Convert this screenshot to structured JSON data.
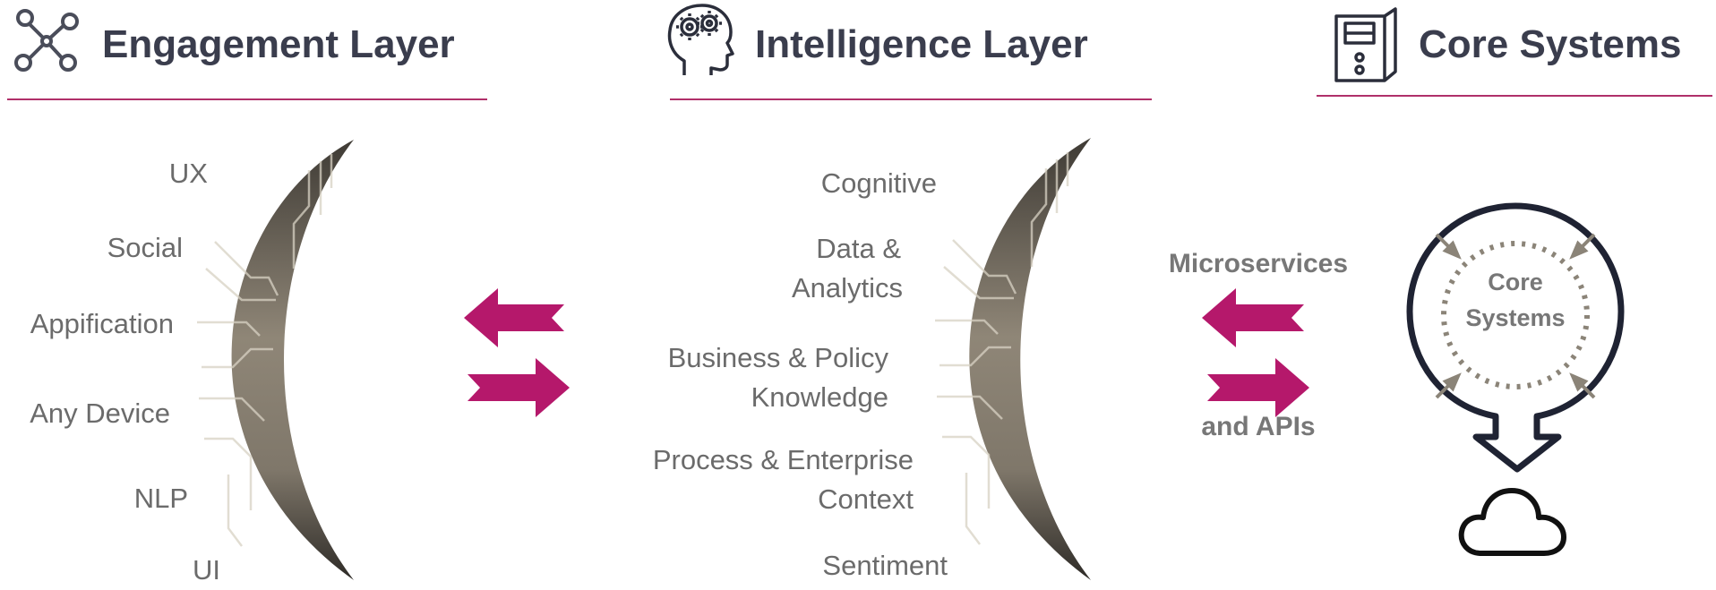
{
  "headers": {
    "engagement": {
      "title": "Engagement Layer",
      "icon": "network-nodes-icon"
    },
    "intelligence": {
      "title": "Intelligence Layer",
      "icon": "brain-gears-icon"
    },
    "core": {
      "title": "Core Systems",
      "icon": "server-tower-icon"
    }
  },
  "engagement_items": [
    "UX",
    "Social",
    "Appification",
    "Any Device",
    "NLP",
    "UI"
  ],
  "intelligence_items": {
    "cognitive": "Cognitive",
    "data_1": "Data &",
    "data_2": "Analytics",
    "business_1": "Business & Policy",
    "business_2": "Knowledge",
    "process_1": "Process & Enterprise",
    "process_2": "Context",
    "sentiment": "Sentiment"
  },
  "connector": {
    "top": "Microservices",
    "bottom": "and APIs"
  },
  "core_circle": {
    "line1": "Core",
    "line2": "Systems"
  },
  "colors": {
    "accent": "#b5186b",
    "rule": "#b0306a",
    "title": "#3a3d4d",
    "text": "#6b6b6b",
    "dark": "#1f2333"
  }
}
